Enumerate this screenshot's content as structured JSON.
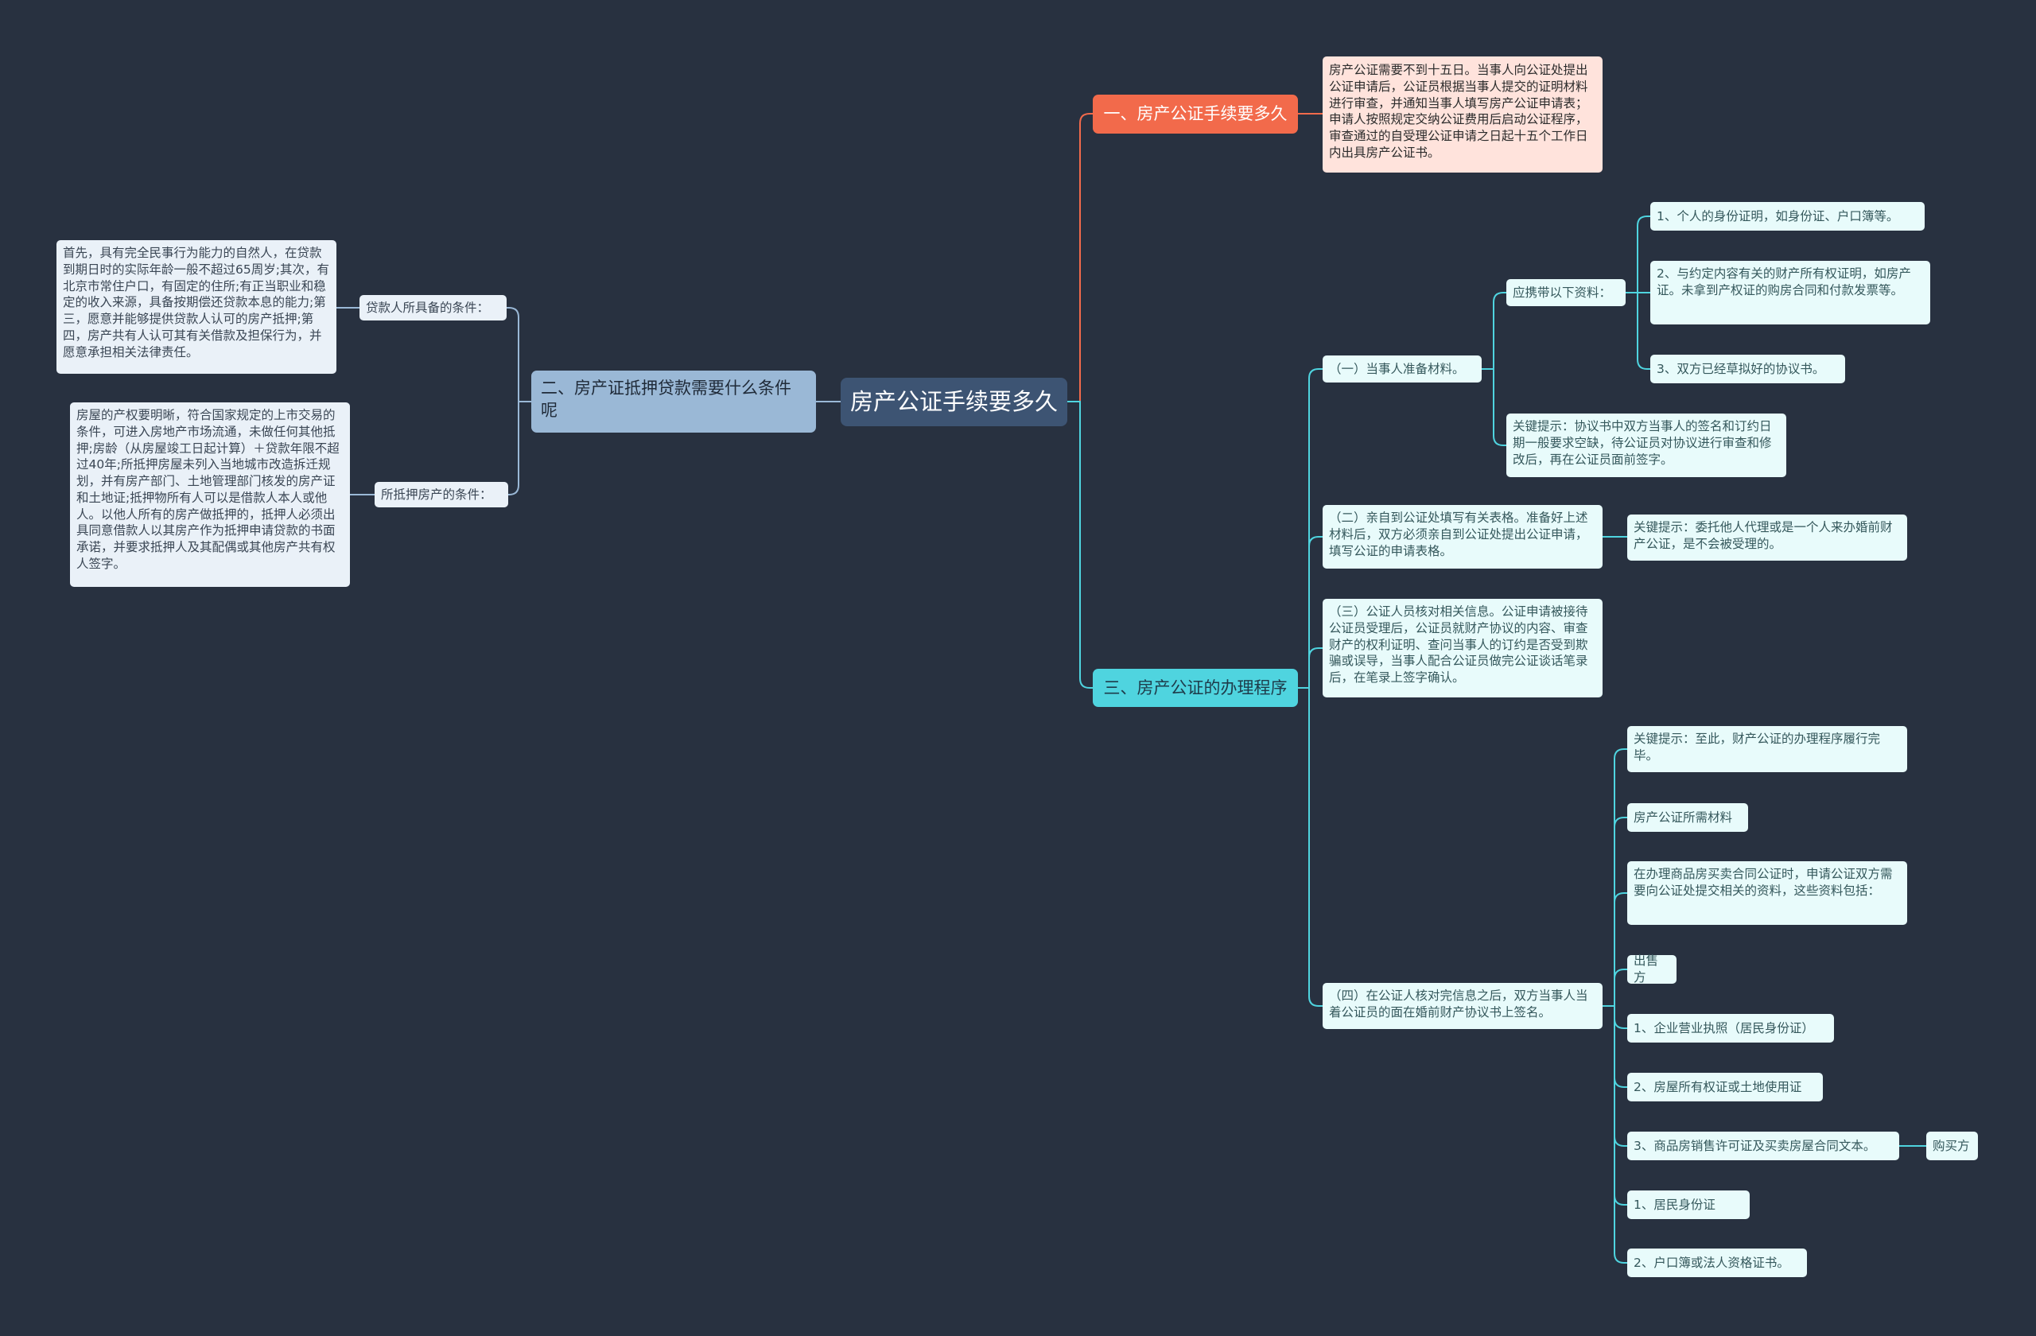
{
  "colors": {
    "background": "#283140",
    "root": "#3d5473",
    "branch_red": "#f26a4b",
    "branch_cyan": "#4fd4df",
    "branch_blue": "#9ab8d6",
    "wire_red": "#f26a4b",
    "wire_cyan": "#4fd4df",
    "wire_blue": "#9ab8d6"
  },
  "root": {
    "label": "房产公证手续要多久"
  },
  "branch1": {
    "label": "一、房产公证手续要多久",
    "note": "房产公证需要不到十五日。当事人向公证处提出公证申请后，公证员根据当事人提交的证明材料进行审查，并通知当事人填写房产公证申请表；申请人按照规定交纳公证费用后启动公证程序，审查通过的自受理公证申请之日起十五个工作日内出具房产公证书。"
  },
  "branch2": {
    "label": "二、房产证抵押贷款需要什么条件呢",
    "conditions": [
      {
        "label": "贷款人所具备的条件：",
        "detail": "首先，具有完全民事行为能力的自然人，在贷款到期日时的实际年龄一般不超过65周岁;其次，有北京市常住户口，有固定的住所;有正当职业和稳定的收入来源，具备按期偿还贷款本息的能力;第三，愿意并能够提供贷款人认可的房产抵押;第四，房产共有人认可其有关借款及担保行为，并愿意承担相关法律责任。"
      },
      {
        "label": "所抵押房产的条件：",
        "detail": "房屋的产权要明晰，符合国家规定的上市交易的条件，可进入房地产市场流通，未做任何其他抵押;房龄（从房屋竣工日起计算）＋贷款年限不超过40年;所抵押房屋未列入当地城市改造拆迁规划，并有房产部门、土地管理部门核发的房产证和土地证;抵押物所有人可以是借款人本人或他人。以他人所有的房产做抵押的，抵押人必须出具同意借款人以其房产作为抵押申请贷款的书面承诺，并要求抵押人及其配偶或其他房产共有权人签字。"
      }
    ]
  },
  "branch3": {
    "label": "三、房产公证的办理程序",
    "step1": {
      "label": "（一）当事人准备材料。",
      "carry": {
        "label": "应携带以下资料：",
        "items": [
          "1、个人的身份证明，如身份证、户口簿等。",
          "2、与约定内容有关的财产所有权证明，如房产证。未拿到产权证的购房合同和付款发票等。",
          "3、双方已经草拟好的协议书。"
        ]
      },
      "tip": "关键提示：协议书中双方当事人的签名和订约日期一般要求空缺，待公证员对协议进行审查和修改后，再在公证员面前签字。"
    },
    "step2": {
      "label": "（二）亲自到公证处填写有关表格。准备好上述材料后，双方必须亲自到公证处提出公证申请，填写公证的申请表格。",
      "tip": "关键提示：委托他人代理或是一个人来办婚前财产公证，是不会被受理的。"
    },
    "step3": {
      "label": "（三）公证人员核对相关信息。公证申请被接待公证员受理后，公证员就财产协议的内容、审查财产的权利证明、查问当事人的订约是否受到欺骗或误导，当事人配合公证员做完公证谈话笔录后，在笔录上签字确认。"
    },
    "step4": {
      "label": "（四）在公证人核对完信息之后，双方当事人当着公证员的面在婚前财产协议书上签名。",
      "items": [
        "关键提示：至此，财产公证的办理程序履行完毕。",
        "房产公证所需材料",
        "在办理商品房买卖合同公证时，申请公证双方需要向公证处提交相关的资料，这些资料包括：",
        "出售方",
        "1、企业营业执照（居民身份证）",
        "2、房屋所有权证或土地使用证",
        "3、商品房销售许可证及买卖房屋合同文本。",
        "1、居民身份证",
        "2、户口簿或法人资格证书。"
      ],
      "buyer": "购买方"
    }
  }
}
